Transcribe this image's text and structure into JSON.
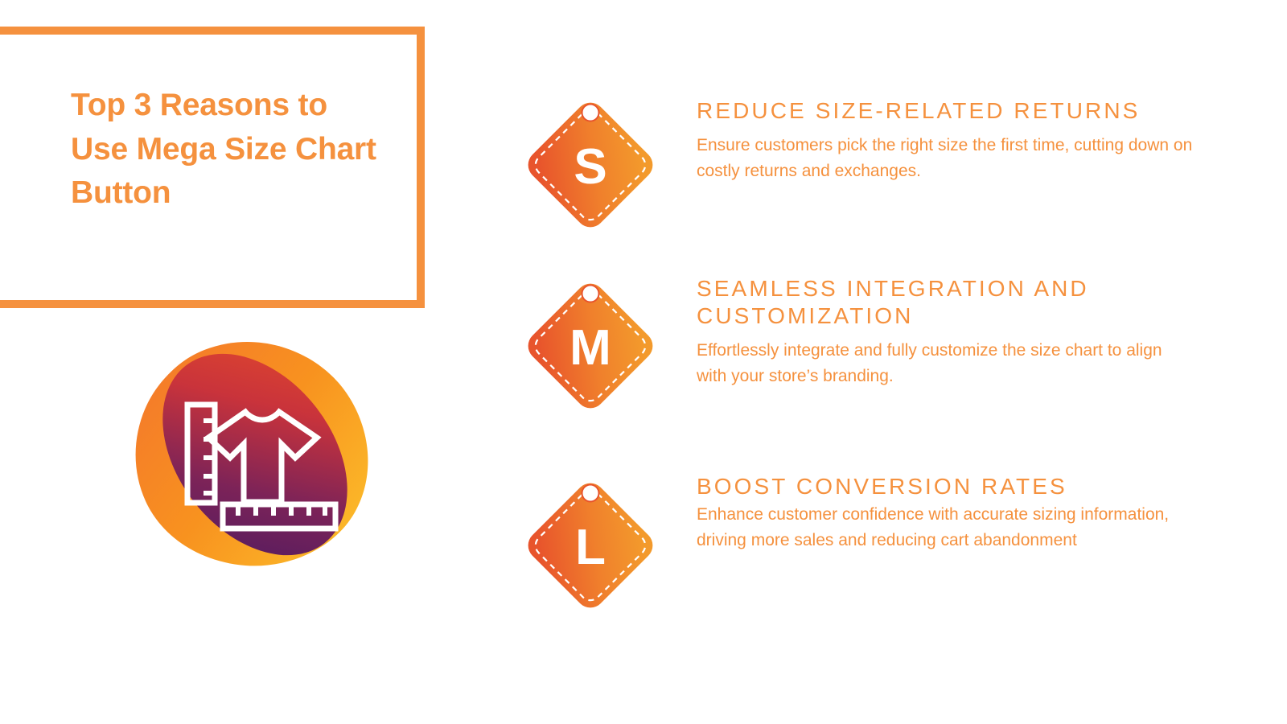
{
  "theme": {
    "accent_orange": "#F5913E",
    "tag_gradient_light": "#F2932E",
    "tag_gradient_deep": "#E8542C",
    "blob_back_orange": "#F4792B",
    "blob_back_yellow": "#FCBE2A",
    "blob_front_red": "#D8382F",
    "blob_front_purple": "#5A1E5E",
    "background": "#FFFFFF",
    "tag_text": "#FFFFFF"
  },
  "title": {
    "text": "Top 3 Reasons to Use Mega Size Chart Button"
  },
  "illustration": {
    "name": "size-chart-illustration",
    "icons": [
      "vertical-ruler-icon",
      "t-shirt-icon",
      "horizontal-ruler-icon"
    ]
  },
  "reasons": [
    {
      "badge": "S",
      "badge_name": "size-tag-small",
      "heading": "Reduce Size-Related Returns",
      "body": "Ensure customers pick the right size the first time, cutting down on costly returns and exchanges."
    },
    {
      "badge": "M",
      "badge_name": "size-tag-medium",
      "heading": "Seamless Integration and Customization",
      "body": "Effortlessly integrate and fully customize the size chart to align with your store’s branding."
    },
    {
      "badge": "L",
      "badge_name": "size-tag-large",
      "heading": "Boost Conversion Rates",
      "body": "Enhance customer confidence with accurate sizing information, driving more sales and reducing cart abandonment"
    }
  ]
}
